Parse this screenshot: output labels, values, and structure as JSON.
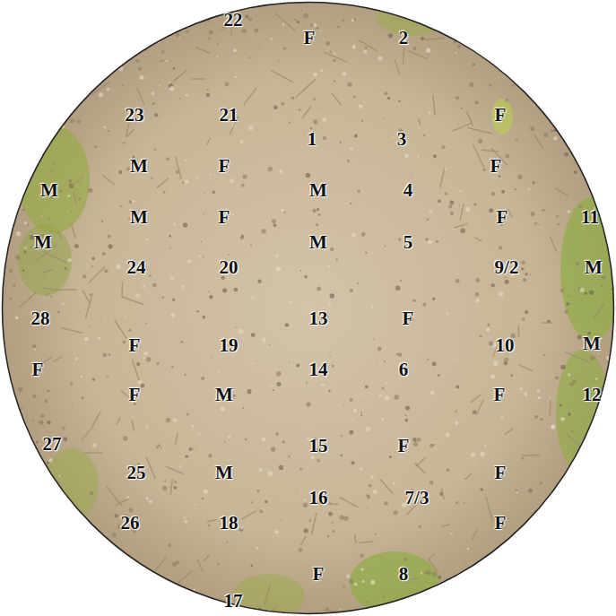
{
  "diagram": {
    "labels": [
      "22",
      "F",
      "2",
      "23",
      "21",
      "F",
      "1",
      "3",
      "M",
      "F",
      "F",
      "M",
      "M",
      "4",
      "M",
      "F",
      "F",
      "11",
      "M",
      "M",
      "5",
      "24",
      "20",
      "9/2",
      "M",
      "28",
      "13",
      "F",
      "F",
      "19",
      "10",
      "M",
      "F",
      "14",
      "6",
      "F",
      "M",
      "F",
      "12",
      "27",
      "15",
      "F",
      "25",
      "M",
      "F",
      "16",
      "7/3",
      "26",
      "18",
      "F",
      "F",
      "8",
      "17"
    ]
  }
}
